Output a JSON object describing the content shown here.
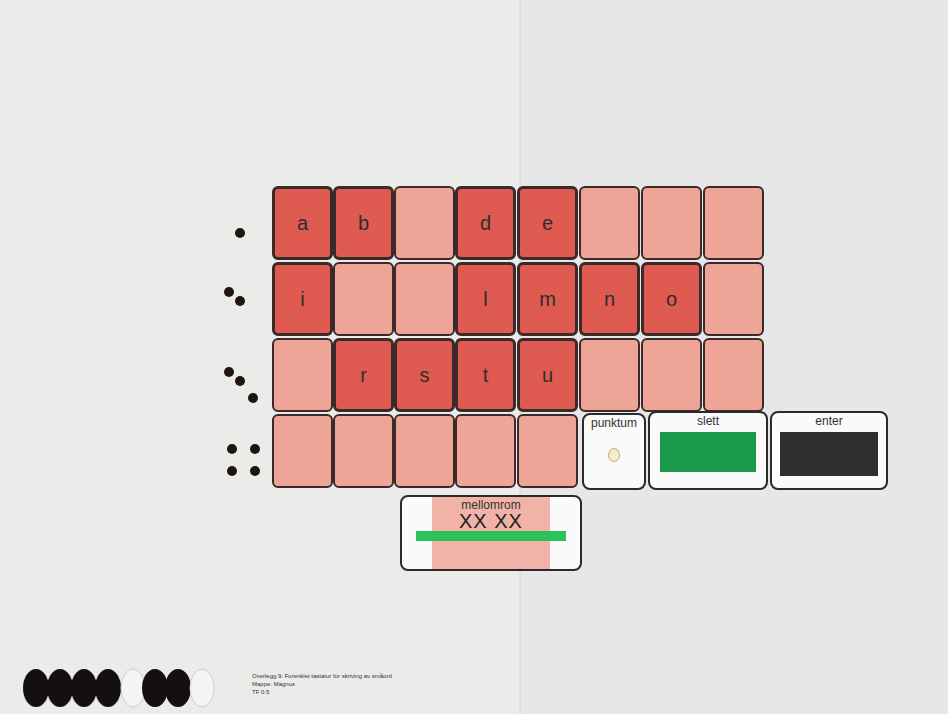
{
  "diagram": {
    "nodes": [
      {
        "text": [
          "a"
        ]
      },
      {
        "text": [
          "b"
        ]
      },
      {
        "text": [
          "d"
        ]
      },
      {
        "text": [
          "e"
        ]
      },
      {
        "text": [
          "i"
        ]
      },
      {
        "text": [
          "l"
        ]
      },
      {
        "text": [
          "m"
        ]
      },
      {
        "text": [
          "n"
        ]
      },
      {
        "text": [
          "o"
        ]
      },
      {
        "text": [
          "r"
        ]
      },
      {
        "text": [
          "s"
        ]
      },
      {
        "text": [
          "t"
        ]
      },
      {
        "text": [
          "u"
        ]
      },
      {
        "text": [
          "punktum"
        ]
      },
      {
        "text": [
          "slett"
        ]
      },
      {
        "text": [
          "enter"
        ]
      },
      {
        "text": [
          "mellomrom",
          "XX XX"
        ]
      }
    ],
    "labels": [
      "Overlegg 9: Forenklet tastatur for skriving av småord",
      "Mappe: Magnus",
      "TF 0.5"
    ]
  }
}
